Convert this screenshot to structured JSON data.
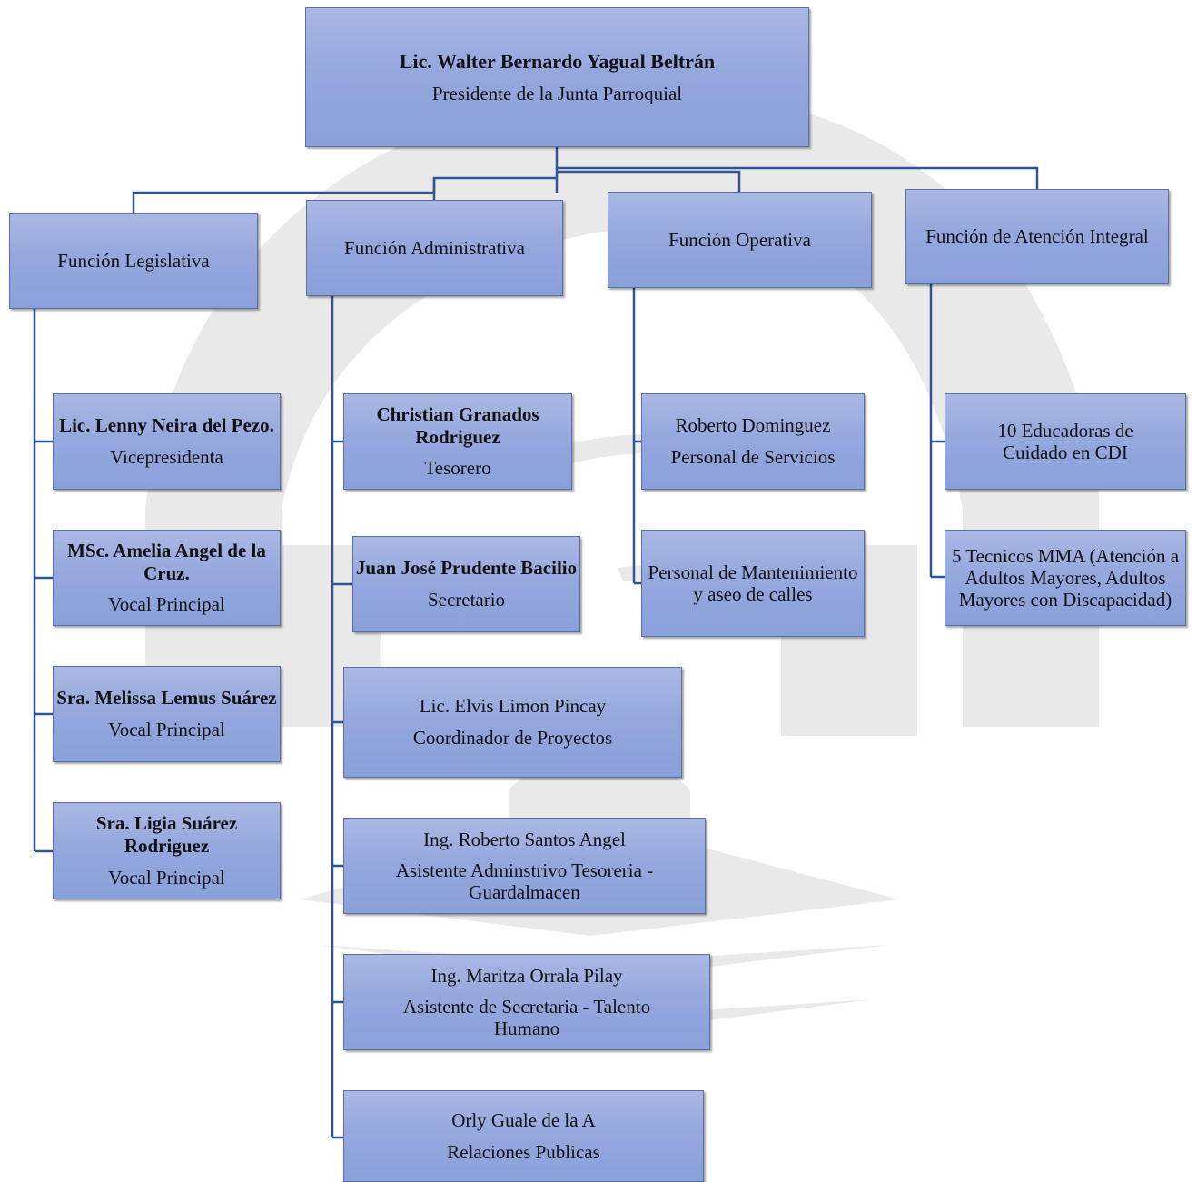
{
  "chart": {
    "president": {
      "name": "Lic. Walter Bernardo Yagual Beltrán",
      "role": "Presidente de la Junta Parroquial"
    },
    "functions": {
      "legislativa": "Función Legislativa",
      "administrativa": "Función Administrativa",
      "operativa": "Función Operativa",
      "atencion": "Función de Atención Integral"
    },
    "legislativa": [
      {
        "name": "Lic. Lenny Neira del Pezo.",
        "role": "Vicepresidenta"
      },
      {
        "name": "MSc. Amelia Angel de la Cruz.",
        "role": "Vocal Principal"
      },
      {
        "name": "Sra. Melissa Lemus Suárez",
        "role": "Vocal Principal"
      },
      {
        "name": "Sra. Ligia Suárez Rodriguez",
        "role": "Vocal Principal"
      }
    ],
    "administrativa": [
      {
        "name": "Christian Granados Rodriguez",
        "role": "Tesorero"
      },
      {
        "name": "Juan José Prudente Bacilio",
        "role": "Secretario"
      },
      {
        "line1": "Lic. Elvis Limon Pincay",
        "line2": "Coordinador de Proyectos"
      },
      {
        "line1": "Ing. Roberto Santos Angel",
        "line2": "Asistente Adminstrivo Tesoreria - Guardalmacen"
      },
      {
        "line1": "Ing. Maritza Orrala Pilay",
        "line2": "Asistente de Secretaria - Talento Humano"
      },
      {
        "line1": "Orly Guale de la A",
        "line2": "Relaciones Publicas"
      }
    ],
    "operativa": [
      {
        "line1": "Roberto Dominguez",
        "line2": "Personal de Servicios"
      },
      {
        "line1": "Personal de Mantenimiento y aseo de calles"
      }
    ],
    "atencion": [
      {
        "line1": "10  Educadoras de Cuidado en CDI"
      },
      {
        "line1": "5 Tecnicos MMA (Atención a Adultos Mayores, Adultos Mayores con Discapacidad)"
      }
    ]
  },
  "colors": {
    "box_fill_top": "#aab8e3",
    "box_fill_bottom": "#8aa0da",
    "box_border": "#5a6fa6",
    "connector": "#2f5597",
    "watermark": "#e6e6e6"
  }
}
